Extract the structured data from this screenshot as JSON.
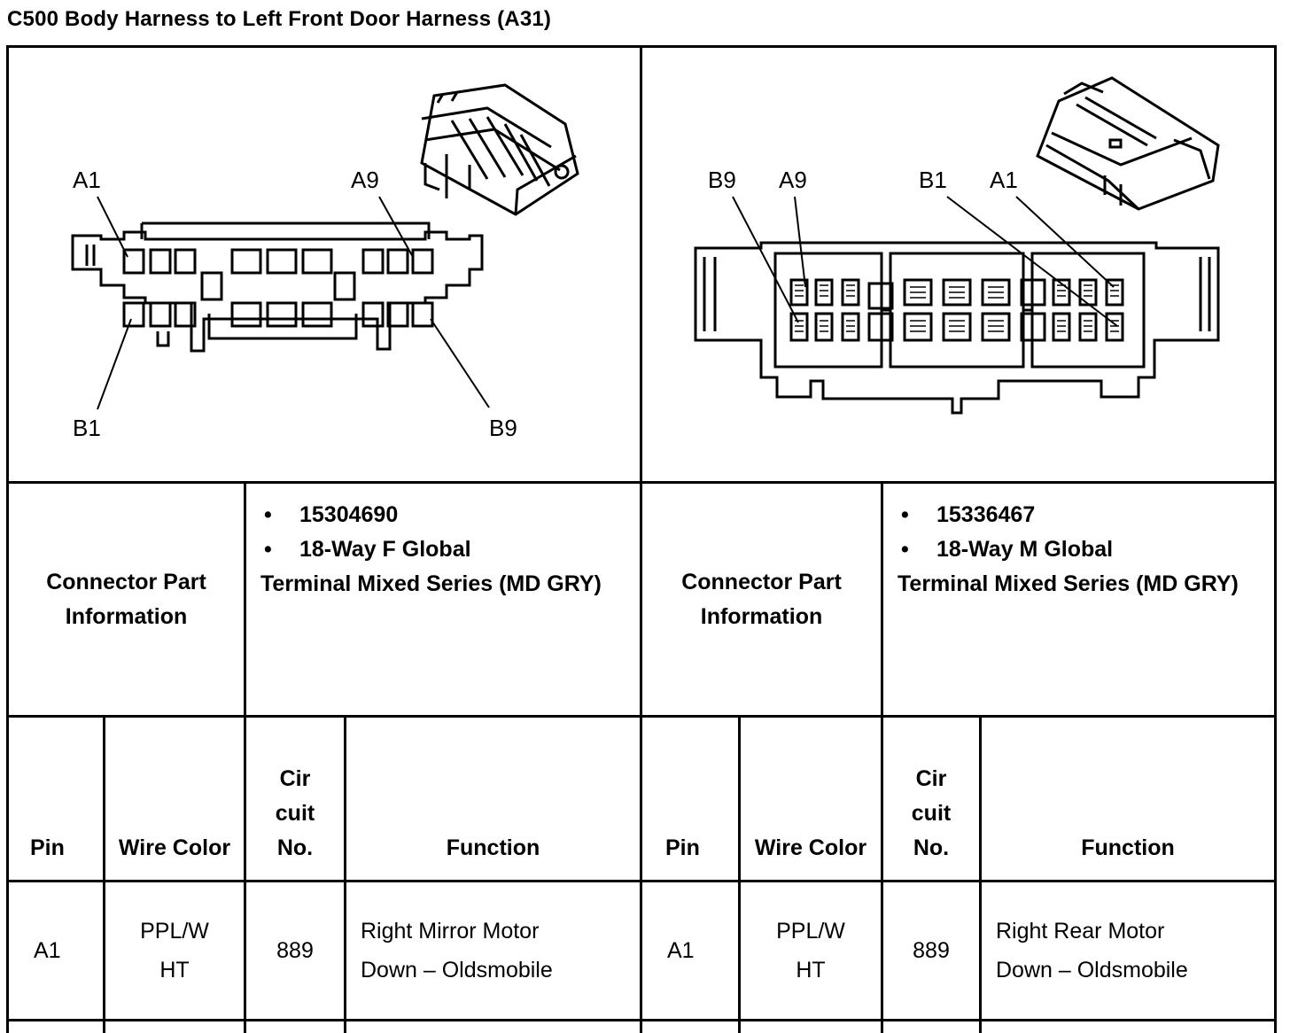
{
  "title": "C500 Body Harness to Left Front Door Harness (A31)",
  "connectors": [
    {
      "labels": {
        "a1": "A1",
        "a9": "A9",
        "b1": "B1",
        "b9": "B9"
      },
      "part_info_label": "Connector Part Information",
      "part_number": "15304690",
      "part_desc_line1": "18-Way F Global",
      "part_desc_line2": "Terminal Mixed Series (MD GRY)"
    },
    {
      "labels": {
        "a1": "A1",
        "a9": "A9",
        "b1": "B1",
        "b9": "B9"
      },
      "part_info_label": "Connector Part Information",
      "part_number": "15336467",
      "part_desc_line1": "18-Way M Global",
      "part_desc_line2": "Terminal Mixed Series (MD GRY)"
    }
  ],
  "table_headers": {
    "pin": "Pin",
    "wire_color": "Wire Color",
    "circuit_no": "Cir cuit No.",
    "function": "Function"
  },
  "rows": [
    {
      "pin": "A1",
      "wire_color": "PPL/W HT",
      "circuit_no": "889",
      "function": "Right Mirror Motor Down – Oldsmobile"
    },
    {
      "pin": "A1",
      "wire_color": "PPL/W HT",
      "circuit_no": "889",
      "function": "Right Rear Motor Down – Oldsmobile"
    }
  ]
}
